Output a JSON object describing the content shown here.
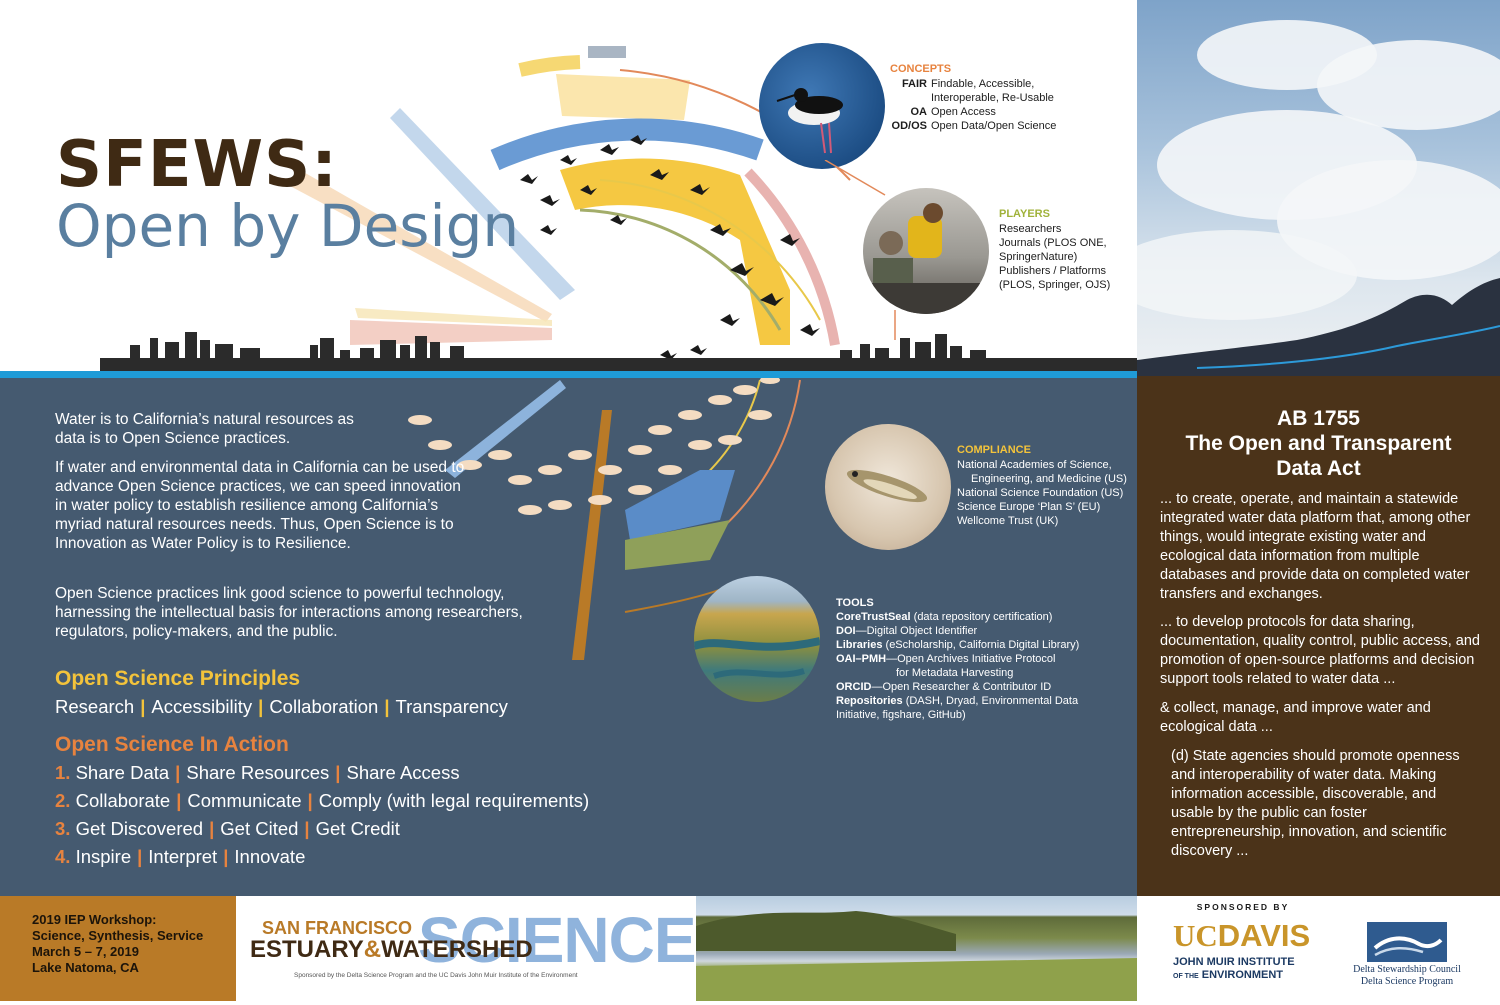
{
  "title": {
    "main": "SFEWS:",
    "sub": "Open by Design"
  },
  "concepts": {
    "heading": "CONCEPTS",
    "items": [
      {
        "abbr": "FAIR",
        "text": "Findable, Accessible,"
      },
      {
        "abbr": "",
        "text": "Interoperable, Re-Usable"
      },
      {
        "abbr": "OA",
        "text": "Open Access"
      },
      {
        "abbr": "OD/OS",
        "text": "Open Data/Open Science"
      }
    ]
  },
  "players": {
    "heading": "PLAYERS",
    "lines": [
      "Researchers",
      "Journals (PLOS ONE,",
      "SpringerNature)",
      "Publishers / Platforms",
      "(PLOS, Springer, OJS)"
    ]
  },
  "compliance": {
    "heading": "COMPLIANCE",
    "lines": [
      "National Academies of Science,",
      "Engineering, and Medicine (US)",
      "National Science Foundation (US)",
      "Science Europe ‘Plan S’ (EU)",
      "Wellcome Trust (UK)"
    ]
  },
  "tools": {
    "heading": "TOOLS",
    "items": [
      {
        "bold": "CoreTrustSeal",
        "text": " (data repository certification)"
      },
      {
        "bold": "DOI",
        "text": "—Digital Object Identifier"
      },
      {
        "bold": "Libraries",
        "text": " (eScholarship, California Digital Library)"
      },
      {
        "bold": "OAI–PMH",
        "text": "—Open Archives Initiative Protocol"
      },
      {
        "bold": "",
        "text": "for Metadata Harvesting"
      },
      {
        "bold": "ORCID",
        "text": "—Open Researcher & Contributor ID"
      },
      {
        "bold": "Repositories",
        "text": " (DASH, Dryad, Environmental Data"
      },
      {
        "bold": "",
        "text": "Initiative, figshare, GitHub)"
      }
    ]
  },
  "intro": {
    "p1": "Water is to California’s natural resources as data is to Open Science practices.",
    "p2": "If water and environmental data in California can be used to advance Open Science practices, we can speed innovation in water policy to establish resilience among California’s myriad natural resources needs. Thus, Open Science is to Innovation as Water Policy is to Resilience.",
    "p3": "Open Science practices link good science to powerful technology, harnessing the intellectual basis for interactions among researchers, regulators, policy-makers, and the public."
  },
  "principles": {
    "heading": "Open Science Principles",
    "items": [
      "Research",
      "Accessibility",
      "Collaboration",
      "Transparency"
    ]
  },
  "action": {
    "heading": "Open Science In Action",
    "rows": [
      {
        "num": "1.",
        "items": [
          "Share Data",
          "Share Resources",
          "Share Access"
        ]
      },
      {
        "num": "2.",
        "items": [
          "Collaborate",
          "Communicate",
          "Comply (with legal requirements)"
        ]
      },
      {
        "num": "3.",
        "items": [
          "Get Discovered",
          "Get Cited",
          "Get Credit"
        ]
      },
      {
        "num": "4.",
        "items": [
          "Inspire",
          "Interpret",
          "Innovate"
        ]
      }
    ]
  },
  "ab": {
    "title_lines": [
      "AB 1755",
      "The Open and Transparent",
      "Data Act"
    ],
    "p1": "... to create, operate, and maintain a statewide integrated water data platform that, among other things, would integrate existing water and ecological data information from multiple databases and provide data on completed water transfers and exchanges.",
    "p2": "... to develop protocols for data sharing, documentation, quality control, public access, and promotion of open-source platforms and decision support tools related to water data ...",
    "p3": "& collect, manage, and improve water and ecological data ...",
    "p4": "(d) State agencies should promote openness and interoperability of water data. Making information accessible, discoverable, and usable by the public can foster entrepreneurship, innovation, and scientific discovery ..."
  },
  "workshop": {
    "lines": [
      "2019 IEP Workshop:",
      "Science, Synthesis, Service",
      "March 5 – 7, 2019",
      "Lake Natoma, CA"
    ]
  },
  "journal": {
    "line1": "SAN FRANCISCO",
    "line2a": "ESTUARY",
    "amp": "&",
    "line2b": "WATERSHED",
    "big": "SCIENCE",
    "tagline": "Sponsored by the Delta Science Program and the UC Davis John Muir Institute of the Environment"
  },
  "sponsors": {
    "heading": "SPONSORED BY",
    "ucdavis_uc": "UC",
    "ucdavis_davis": "DAVIS",
    "jmi_line1": "JOHN MUIR INSTITUTE",
    "jmi_of": "OF THE",
    "jmi_line2": "ENVIRONMENT",
    "dsc_line1": "Delta Stewardship Council",
    "dsc_line2": "Delta Science Program"
  },
  "colors": {
    "brown": "#3f2a14",
    "slate": "#455a70",
    "orange": "#e7833f",
    "gold": "#f3c33b",
    "ochre": "#b97a27",
    "olive": "#8fa05a",
    "sky": "#6d9fd0",
    "players_green": "#a0b23a"
  }
}
